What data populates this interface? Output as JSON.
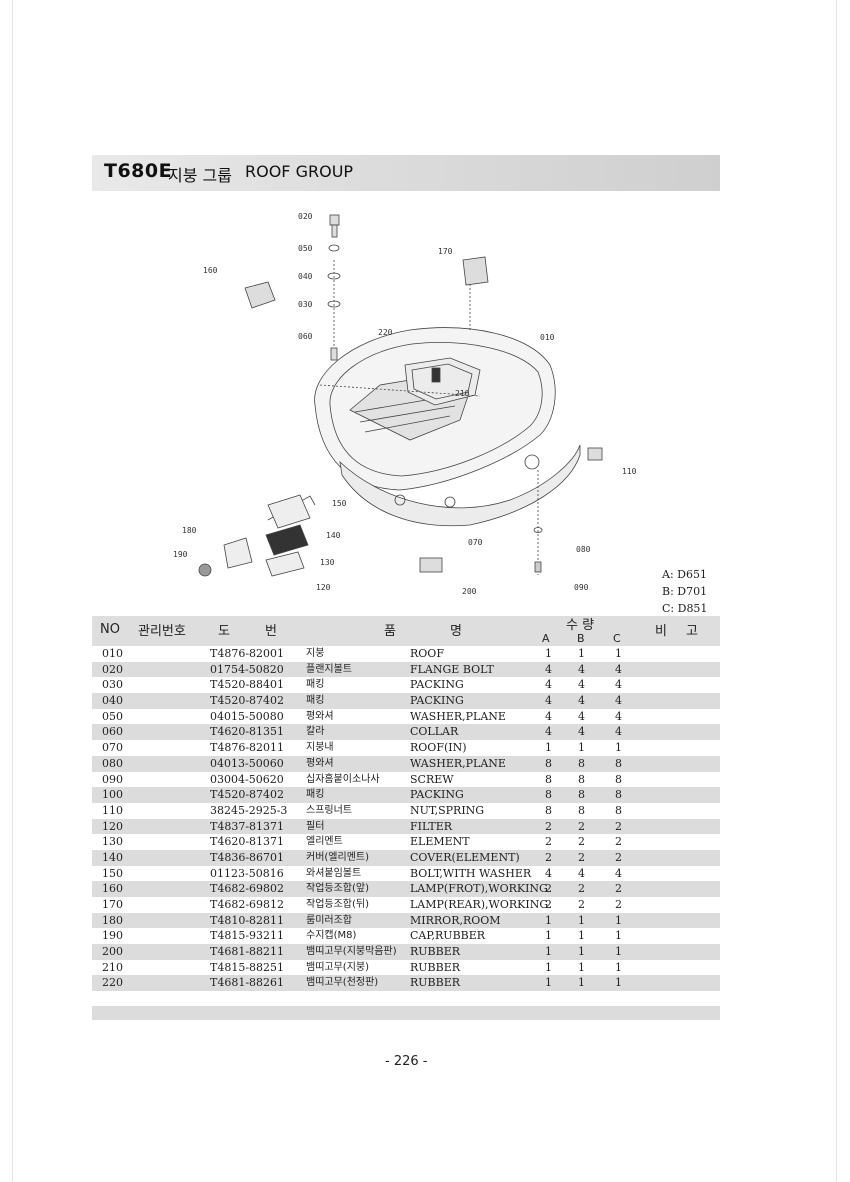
{
  "header": {
    "model": "T680E",
    "title_kr": "지붕 그룹",
    "title_en": "ROOF GROUP"
  },
  "diagram": {
    "callouts": [
      "020",
      "050",
      "040",
      "030",
      "060",
      "160",
      "170",
      "220",
      "010",
      "210",
      "110",
      "150",
      "140",
      "180",
      "190",
      "130",
      "120",
      "070",
      "080",
      "200",
      "090"
    ]
  },
  "legend": {
    "a": "A: D651",
    "b": "B: D701",
    "c": "C: D851"
  },
  "table": {
    "headers": {
      "no": "NO",
      "mgmt": "관리번호",
      "drawing_1": "도",
      "drawing_2": "번",
      "name_1": "품",
      "name_2": "명",
      "qty": "수 량",
      "a": "A",
      "b": "B",
      "c": "C",
      "remark_1": "비",
      "remark_2": "고"
    },
    "rows": [
      {
        "no": "010",
        "part": "T4876-82001",
        "kr": "지붕",
        "en": "ROOF",
        "a": "1",
        "b": "1",
        "c": "1"
      },
      {
        "no": "020",
        "part": "01754-50820",
        "kr": "플랜지볼트",
        "en": "FLANGE BOLT",
        "a": "4",
        "b": "4",
        "c": "4"
      },
      {
        "no": "030",
        "part": "T4520-88401",
        "kr": "패킹",
        "en": "PACKING",
        "a": "4",
        "b": "4",
        "c": "4"
      },
      {
        "no": "040",
        "part": "T4520-87402",
        "kr": "패킹",
        "en": "PACKING",
        "a": "4",
        "b": "4",
        "c": "4"
      },
      {
        "no": "050",
        "part": "04015-50080",
        "kr": "평와셔",
        "en": "WASHER,PLANE",
        "a": "4",
        "b": "4",
        "c": "4"
      },
      {
        "no": "060",
        "part": "T4620-81351",
        "kr": "칼라",
        "en": "COLLAR",
        "a": "4",
        "b": "4",
        "c": "4"
      },
      {
        "no": "070",
        "part": "T4876-82011",
        "kr": "지붕내",
        "en": "ROOF(IN)",
        "a": "1",
        "b": "1",
        "c": "1"
      },
      {
        "no": "080",
        "part": "04013-50060",
        "kr": "평와셔",
        "en": "WASHER,PLANE",
        "a": "8",
        "b": "8",
        "c": "8"
      },
      {
        "no": "090",
        "part": "03004-50620",
        "kr": "십자홈붙이소나사",
        "en": "SCREW",
        "a": "8",
        "b": "8",
        "c": "8"
      },
      {
        "no": "100",
        "part": "T4520-87402",
        "kr": "패킹",
        "en": "PACKING",
        "a": "8",
        "b": "8",
        "c": "8"
      },
      {
        "no": "110",
        "part": "38245-2925-3",
        "kr": "스프링너트",
        "en": "NUT,SPRING",
        "a": "8",
        "b": "8",
        "c": "8"
      },
      {
        "no": "120",
        "part": "T4837-81371",
        "kr": "필터",
        "en": "FILTER",
        "a": "2",
        "b": "2",
        "c": "2"
      },
      {
        "no": "130",
        "part": "T4620-81371",
        "kr": "엘리멘트",
        "en": "ELEMENT",
        "a": "2",
        "b": "2",
        "c": "2"
      },
      {
        "no": "140",
        "part": "T4836-86701",
        "kr": "커버(엘리멘트)",
        "en": "COVER(ELEMENT)",
        "a": "2",
        "b": "2",
        "c": "2"
      },
      {
        "no": "150",
        "part": "01123-50816",
        "kr": "와셔붙임볼트",
        "en": "BOLT,WITH WASHER",
        "a": "4",
        "b": "4",
        "c": "4"
      },
      {
        "no": "160",
        "part": "T4682-69802",
        "kr": "작업등조합(앞)",
        "en": "LAMP(FROT),WORKING",
        "a": "2",
        "b": "2",
        "c": "2"
      },
      {
        "no": "170",
        "part": "T4682-69812",
        "kr": "작업등조합(뒤)",
        "en": "LAMP(REAR),WORKING",
        "a": "2",
        "b": "2",
        "c": "2"
      },
      {
        "no": "180",
        "part": "T4810-82811",
        "kr": "룸미러조합",
        "en": "MIRROR,ROOM",
        "a": "1",
        "b": "1",
        "c": "1"
      },
      {
        "no": "190",
        "part": "T4815-93211",
        "kr": "수지캡(M8)",
        "en": "CAP,RUBBER",
        "a": "1",
        "b": "1",
        "c": "1"
      },
      {
        "no": "200",
        "part": "T4681-88211",
        "kr": "뱀띠고무(지붕막음판)",
        "en": "RUBBER",
        "a": "1",
        "b": "1",
        "c": "1"
      },
      {
        "no": "210",
        "part": "T4815-88251",
        "kr": "뱀띠고무(지붕)",
        "en": "RUBBER",
        "a": "1",
        "b": "1",
        "c": "1"
      },
      {
        "no": "220",
        "part": "T4681-88261",
        "kr": "뱀띠고무(천정판)",
        "en": "RUBBER",
        "a": "1",
        "b": "1",
        "c": "1"
      }
    ]
  },
  "footer": {
    "page": "- 226 -"
  }
}
